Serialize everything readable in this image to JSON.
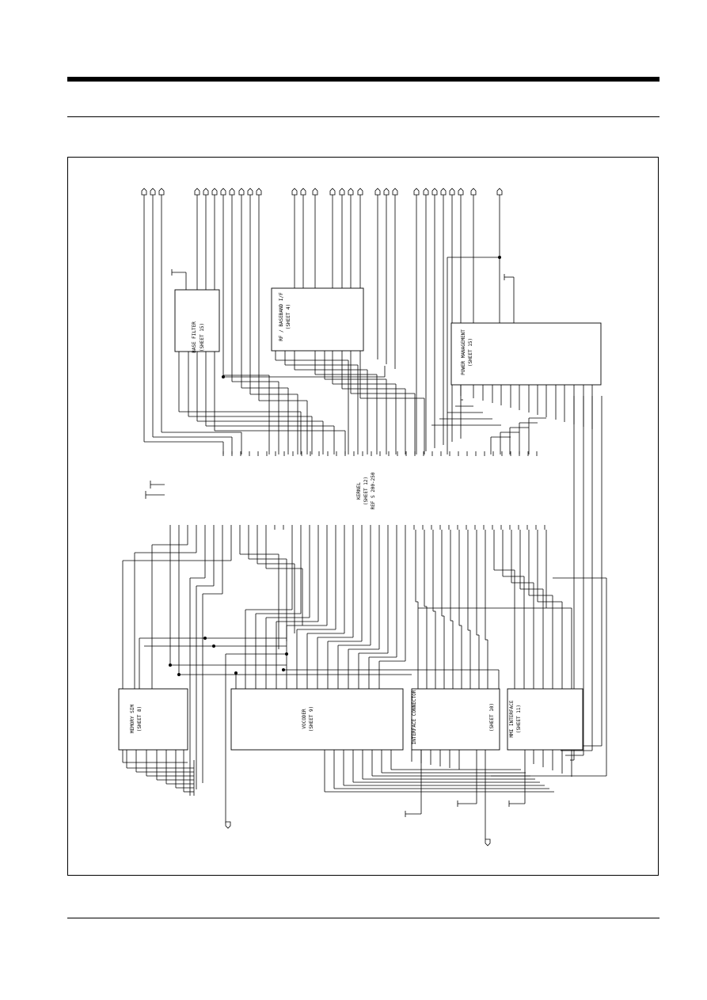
{
  "blocks": {
    "baseband_filter": {
      "line1": "BASE FILTER",
      "line2": "(SHEET 15)"
    },
    "rf_baseband": {
      "line1": "RF / BASEBAND I/F",
      "line2": "(SHEET 4)"
    },
    "power_management": {
      "line1": "POWER MANAGEMENT",
      "line2": "(SHEET 15)"
    },
    "kernel": {
      "line1": "KERNEL",
      "line2": "(SHEET 12)",
      "line3": "REF S 200-250"
    },
    "memory_sim": {
      "line1": "MEMORY SIM",
      "line2": "(SHEET 8)"
    },
    "vocoder": {
      "line1": "VOCODER",
      "line2": "(SHEET 9)"
    },
    "interface_connector": {
      "line1": "INTERFACE CONNECTOR",
      "line2": "(SHEET 10)"
    },
    "mmi_interface": {
      "line1": "MMI INTERFACE",
      "line2": "(SHEET 11)"
    }
  }
}
